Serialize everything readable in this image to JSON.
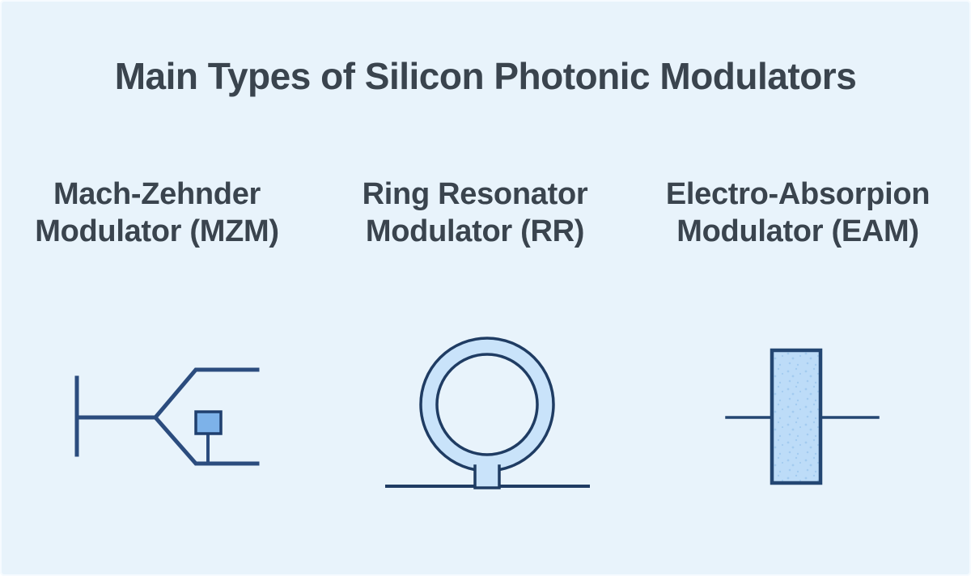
{
  "title": "Main Types of Silicon Photonic Modulators",
  "columns": [
    {
      "label_line1": "Mach-Zehnder",
      "label_line2": "Modulator (MZM)",
      "icon": "mzm-schematic-icon"
    },
    {
      "label_line1": "Ring Resonator",
      "label_line2": "Modulator (RR)",
      "icon": "ring-resonator-icon"
    },
    {
      "label_line1": "Electro-Absorpion",
      "label_line2": "Modulator (EAM)",
      "icon": "eam-schematic-icon"
    }
  ],
  "colors": {
    "background": "#e8f3fb",
    "text": "#3a444e",
    "mzm_line": "#2b4c7e",
    "mzm_square_border": "#1f3f6e",
    "mzm_square_fill": "#7db2e9",
    "ring_stroke": "#1f3c63",
    "ring_fill": "#c9e3fa",
    "eam_border": "#234672",
    "eam_fill": "#bddcf8",
    "eam_speckle": "#a3cbf0"
  }
}
